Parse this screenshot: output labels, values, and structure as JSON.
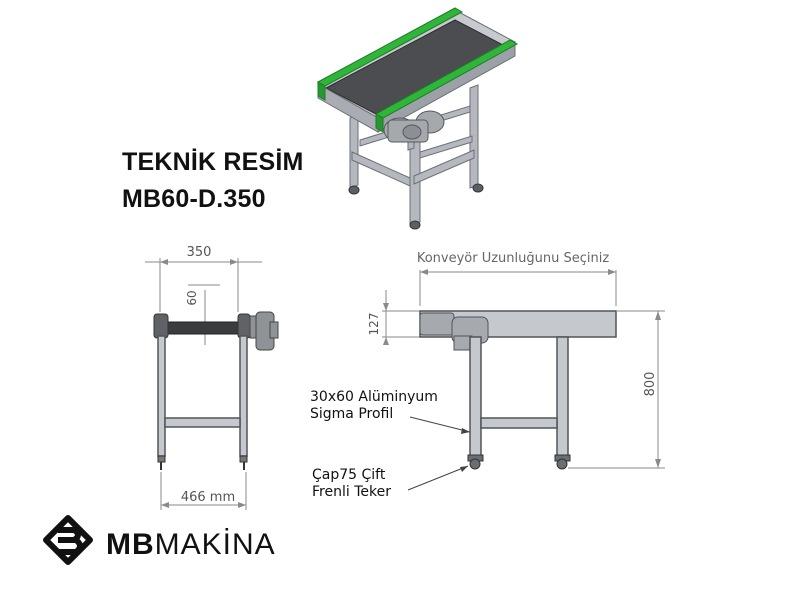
{
  "title": {
    "line1": "TEKNİK RESİM",
    "line2": "MB60-D.350"
  },
  "front_view": {
    "width_dim": "350",
    "roller_dim": "60",
    "base_dim": "466 mm"
  },
  "side_view": {
    "length_dim": "Konveyör Uzunluğunu Seçiniz",
    "height_dim": "800",
    "frame_dim": "127"
  },
  "callouts": {
    "profile_line1": "30x60 Alüminyum",
    "profile_line2": "Sigma Profil",
    "wheel_line1": "Çap75 Çift",
    "wheel_line2": "Frenli Teker"
  },
  "logo": {
    "bold": "MB",
    "light": "MAKİNA"
  },
  "colors": {
    "belt_green": "#2fb53a",
    "belt_dark": "#4a4a4a",
    "frame_gray": "#b9bdc3",
    "line_dark": "#555a60",
    "dim_line": "#8a8a8a"
  }
}
